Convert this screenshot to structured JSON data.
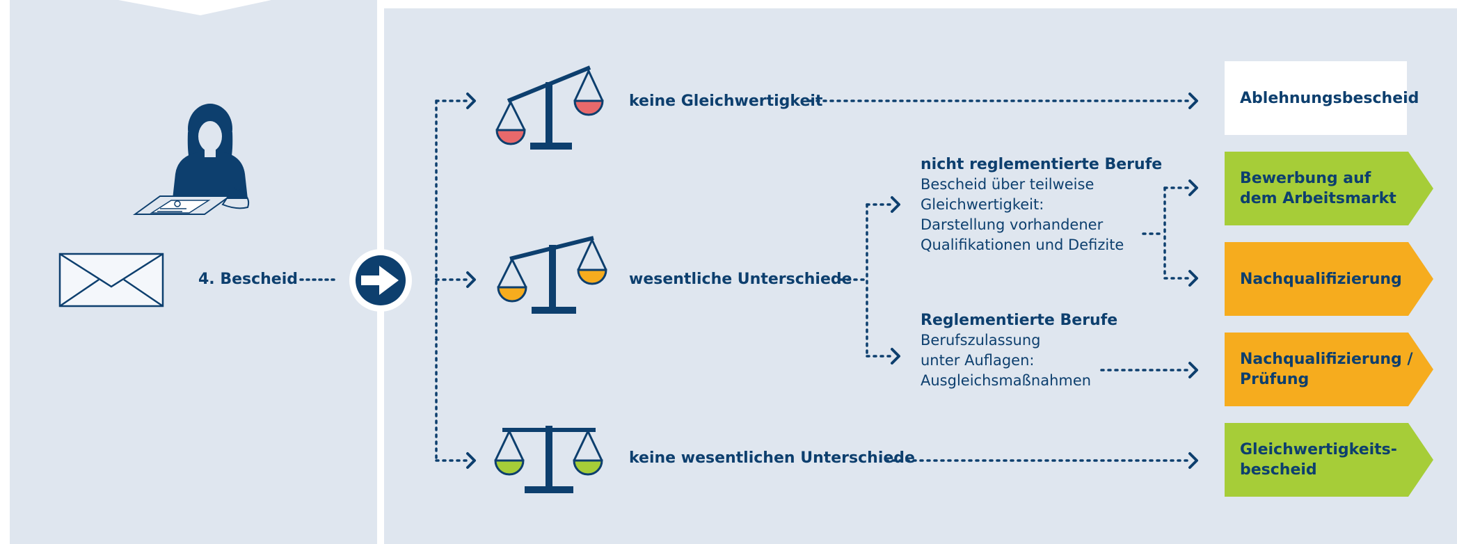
{
  "step_label": "4. Bescheid",
  "outcomes": {
    "no_equivalence": "keine Gleichwertigkeit",
    "substantial_differences": "wesentliche Unterschiede",
    "no_substantial_differences": "keine wesentlichen Unterschiede"
  },
  "non_regulated": {
    "heading": "nicht reglementierte Berufe",
    "lines": [
      "Bescheid über teilweise",
      "Gleichwertigkeit:",
      "Darstellung vorhandener",
      "Qualifikationen und Defizite"
    ]
  },
  "regulated": {
    "heading": "Reglementierte Berufe",
    "lines": [
      "Berufszulassung",
      "unter Auflagen:",
      "Ausgleichsmaßnahmen"
    ]
  },
  "results": {
    "rejection": "Ablehnungsbescheid",
    "job_application": [
      "Bewerbung auf",
      "dem Arbeitsmarkt"
    ],
    "requalification": "Nachqualifizierung",
    "requalification_exam": [
      "Nachqualifizierung /",
      "Prüfung"
    ],
    "equivalence": [
      "Gleichwertigkeits-",
      "bescheid"
    ]
  },
  "colors": {
    "navy": "#0d3f6e",
    "panel": "#dfe6ef",
    "red": "#e8696b",
    "orange": "#f6ac1e",
    "green": "#a6cd38",
    "white": "#ffffff"
  },
  "icons": [
    "envelope-icon",
    "person-reading-icon",
    "arrow-right-icon",
    "scale-icon"
  ]
}
